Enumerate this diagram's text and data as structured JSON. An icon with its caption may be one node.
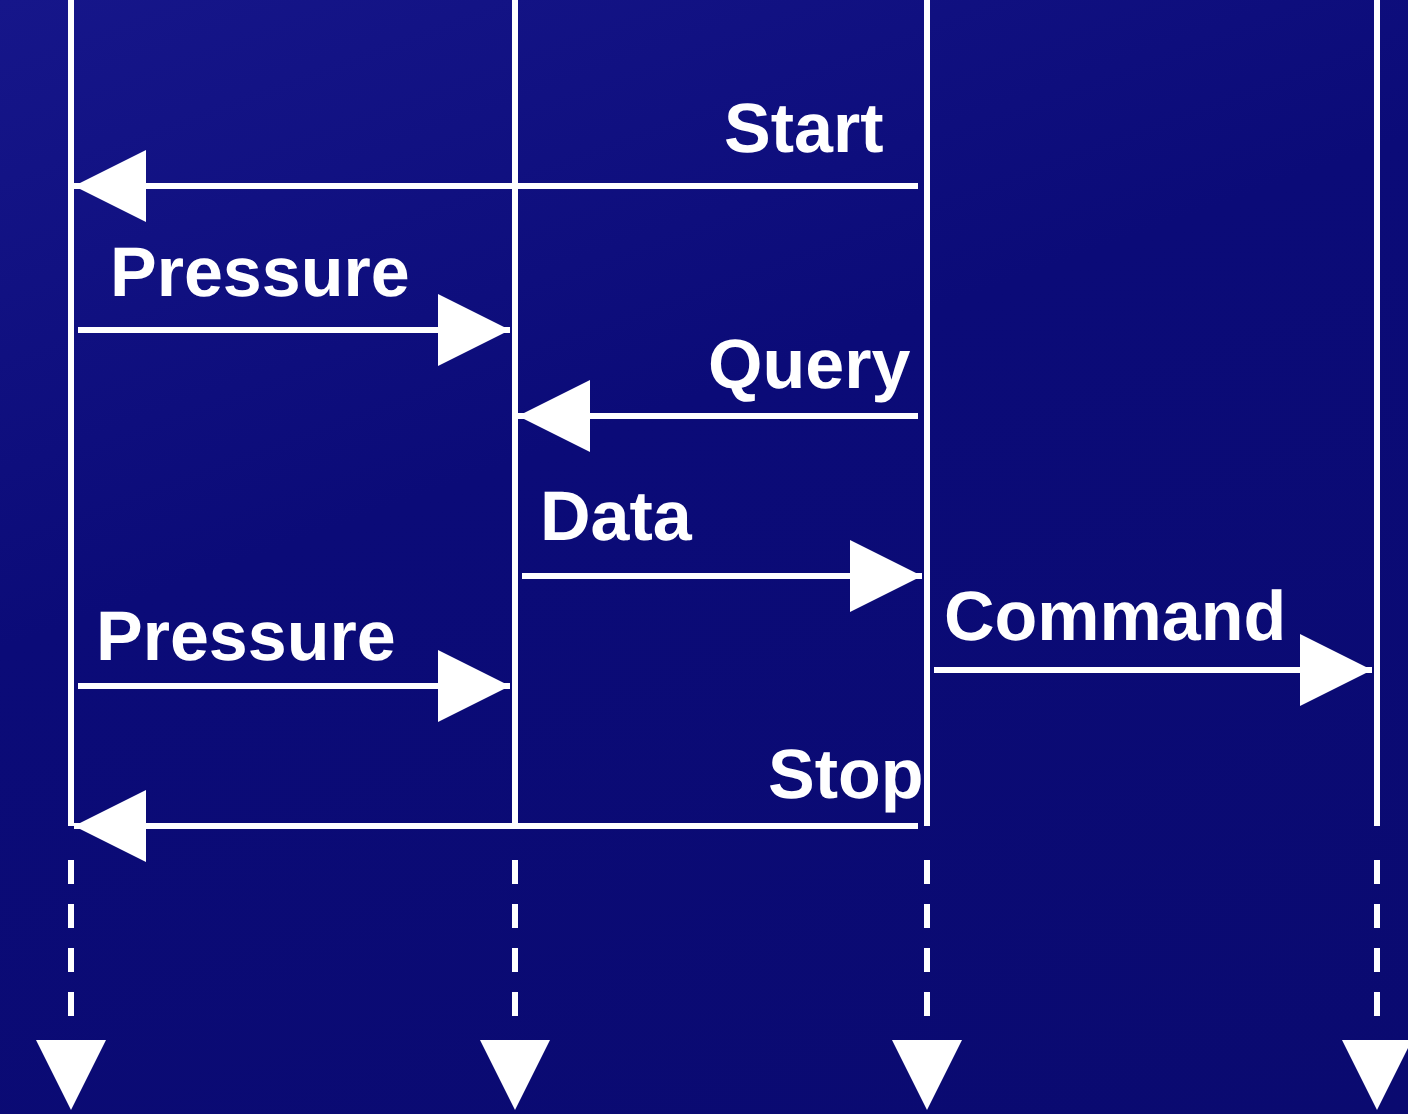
{
  "diagram": {
    "nodes": [
      {
        "text": [],
        "shape": "line"
      },
      {
        "text": [],
        "shape": "line"
      },
      {
        "text": [],
        "shape": "line"
      },
      {
        "text": [],
        "shape": "line"
      }
    ],
    "edges": [
      {
        "from": 2,
        "to": 0,
        "arrow": "to",
        "label": "Start"
      },
      {
        "from": 0,
        "to": 1,
        "arrow": "to",
        "label": "Pressure"
      },
      {
        "from": 2,
        "to": 1,
        "arrow": "to",
        "label": "Query"
      },
      {
        "from": 1,
        "to": 2,
        "arrow": "to",
        "label": "Data"
      },
      {
        "from": 0,
        "to": 1,
        "arrow": "to",
        "label": "Pressure"
      },
      {
        "from": 2,
        "to": 3,
        "arrow": "to",
        "label": "Command"
      },
      {
        "from": 2,
        "to": 0,
        "arrow": "to",
        "label": "Stop"
      }
    ]
  }
}
